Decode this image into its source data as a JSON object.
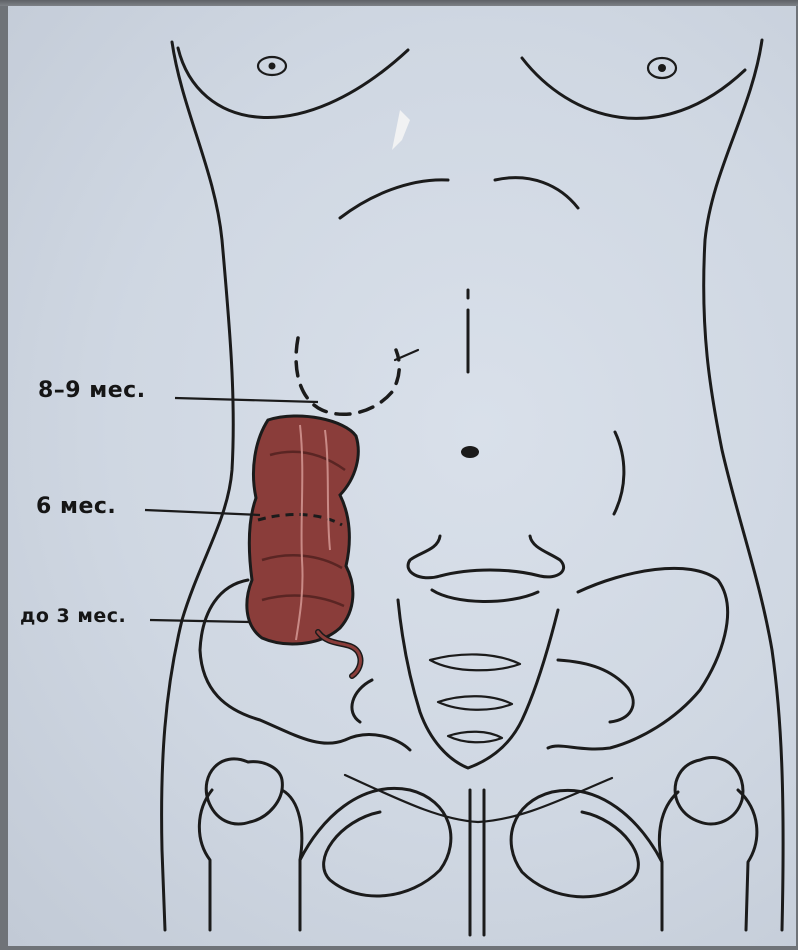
{
  "labels": {
    "stage_8_9": "8–9 мес.",
    "stage_6": "6 мес.",
    "stage_3": "до 3 мес."
  },
  "colors": {
    "background": "#cfd7e2",
    "outline": "#1b1b1b",
    "colon": "#8a3d3a"
  }
}
